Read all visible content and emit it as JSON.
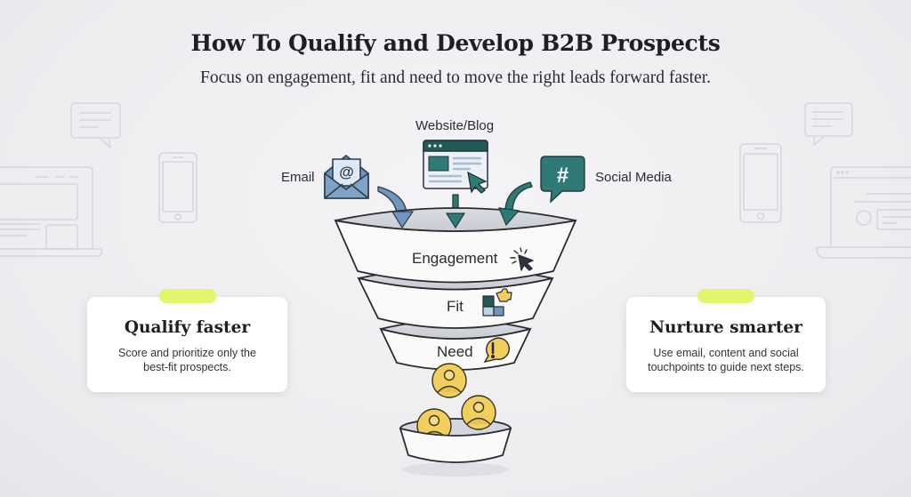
{
  "header": {
    "title": "How To Qualify and Develop B2B Prospects",
    "subtitle": "Focus on engagement, fit and need to move the right leads forward faster."
  },
  "sources": [
    {
      "label": "Email",
      "icon": "envelope-at-icon"
    },
    {
      "label": "Website/Blog",
      "icon": "browser-window-icon"
    },
    {
      "label": "Social Media",
      "icon": "hashtag-chat-icon"
    }
  ],
  "funnel": {
    "stages": [
      {
        "label": "Engagement",
        "icon": "click-cursor-icon"
      },
      {
        "label": "Fit",
        "icon": "puzzle-icon"
      },
      {
        "label": "Need",
        "icon": "alert-bubble-icon"
      }
    ],
    "output": {
      "icon": "prospect-avatar-icon",
      "count": 3,
      "container": "bowl"
    }
  },
  "cards": {
    "left": {
      "title": "Qualify faster",
      "description_lines": [
        "Score and prioritize only the",
        "best-fit prospects."
      ]
    },
    "right": {
      "title": "Nurture smarter",
      "description_lines": [
        "Use email, content and social",
        "touchpoints to guide next steps."
      ]
    }
  },
  "colors": {
    "teal": "#2f7a76",
    "teal_dark": "#1f5a58",
    "steel_blue": "#6f96bd",
    "steel_light": "#cfdced",
    "yellow": "#f1cf5f",
    "highlight": "#e3f56a",
    "outline": "#2b2c30"
  }
}
